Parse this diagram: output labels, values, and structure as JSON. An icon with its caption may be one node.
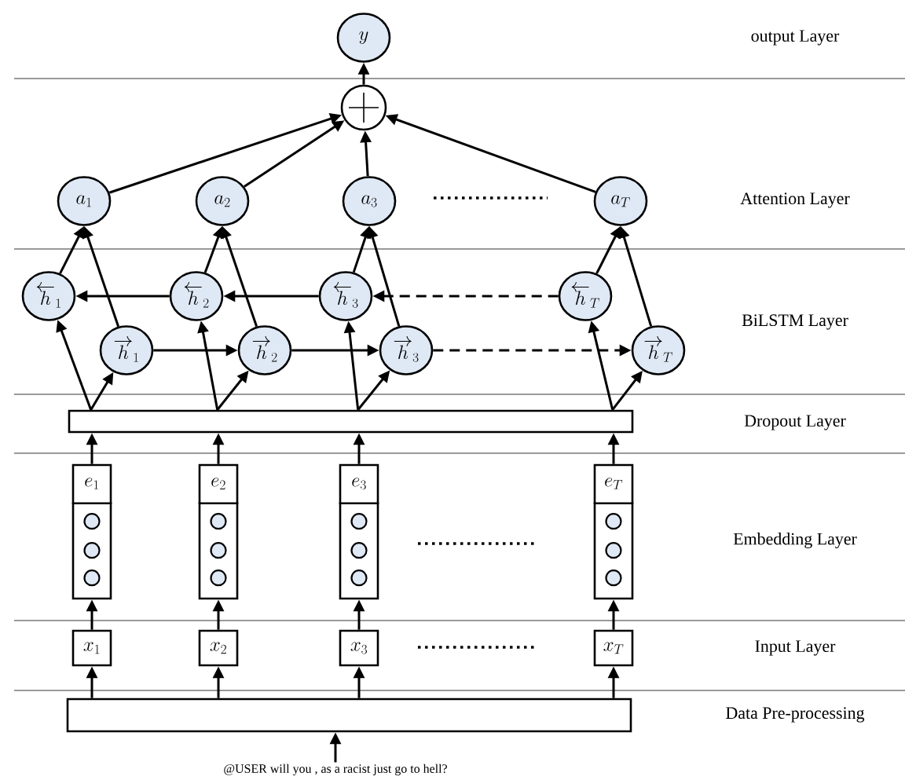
{
  "diagram": {
    "nodes": [
      {
        "text": [
          "y"
        ]
      },
      {
        "text": [],
        "shape": "circle"
      },
      {
        "text": [
          "a_{1}"
        ]
      },
      {
        "text": [
          "a_{2}"
        ]
      },
      {
        "text": [
          "a_{3}"
        ]
      },
      {
        "text": [
          "a_{T}"
        ]
      },
      {
        "text": [
          "\\overleftarrow{h}_{1}"
        ]
      },
      {
        "text": [
          "\\overleftarrow{h}_{2}"
        ]
      },
      {
        "text": [
          "\\overleftarrow{h}_{3}"
        ]
      },
      {
        "text": [
          "\\overleftarrow{h}_{T}"
        ]
      },
      {
        "text": [
          "\\overrightarrow{h}_{1}"
        ]
      },
      {
        "text": [
          "\\overrightarrow{h}_{2}"
        ]
      },
      {
        "text": [
          "\\overrightarrow{h}_{3}"
        ]
      },
      {
        "text": [
          "\\overrightarrow{h}_{T}"
        ]
      },
      {
        "text": [],
        "shape": "bar"
      },
      {
        "text": [
          "e_{1}"
        ]
      },
      {
        "text": [
          "e_{2}"
        ]
      },
      {
        "text": [
          "e_{3}"
        ]
      },
      {
        "text": [
          "e_{T}"
        ]
      },
      {
        "text": [
          "x_{1}"
        ]
      },
      {
        "text": [
          "x_{2}"
        ]
      },
      {
        "text": [
          "x_{3}"
        ]
      },
      {
        "text": [
          "x_{T}"
        ]
      },
      {
        "text": [],
        "shape": "bar"
      },
      {
        "text": [
          "@USER will you , as a racist just go to hell?"
        ]
      }
    ],
    "edges": [
      {
        "from": 1,
        "to": 0,
        "arrow": "to"
      },
      {
        "from": 2,
        "to": 1,
        "arrow": "to"
      },
      {
        "from": 3,
        "to": 1,
        "arrow": "to"
      },
      {
        "from": 4,
        "to": 1,
        "arrow": "to"
      },
      {
        "from": 5,
        "to": 1,
        "arrow": "to"
      },
      {
        "from": 6,
        "to": 2,
        "arrow": "to"
      },
      {
        "from": 10,
        "to": 2,
        "arrow": "to"
      },
      {
        "from": 7,
        "to": 3,
        "arrow": "to"
      },
      {
        "from": 11,
        "to": 3,
        "arrow": "to"
      },
      {
        "from": 8,
        "to": 4,
        "arrow": "to"
      },
      {
        "from": 12,
        "to": 4,
        "arrow": "to"
      },
      {
        "from": 9,
        "to": 5,
        "arrow": "to"
      },
      {
        "from": 13,
        "to": 5,
        "arrow": "to"
      },
      {
        "from": 7,
        "to": 6,
        "arrow": "to"
      },
      {
        "from": 8,
        "to": 7,
        "arrow": "to"
      },
      {
        "from": 9,
        "to": 8,
        "arrow": "to",
        "style": "dashed"
      },
      {
        "from": 10,
        "to": 11,
        "arrow": "to"
      },
      {
        "from": 11,
        "to": 12,
        "arrow": "to"
      },
      {
        "from": 12,
        "to": 13,
        "arrow": "to",
        "style": "dashed"
      },
      {
        "from": 14,
        "to": 6,
        "arrow": "to"
      },
      {
        "from": 14,
        "to": 10,
        "arrow": "to"
      },
      {
        "from": 14,
        "to": 7,
        "arrow": "to"
      },
      {
        "from": 14,
        "to": 11,
        "arrow": "to"
      },
      {
        "from": 14,
        "to": 8,
        "arrow": "to"
      },
      {
        "from": 14,
        "to": 12,
        "arrow": "to"
      },
      {
        "from": 14,
        "to": 9,
        "arrow": "to"
      },
      {
        "from": 14,
        "to": 13,
        "arrow": "to"
      },
      {
        "from": 15,
        "to": 14,
        "arrow": "to"
      },
      {
        "from": 16,
        "to": 14,
        "arrow": "to"
      },
      {
        "from": 17,
        "to": 14,
        "arrow": "to"
      },
      {
        "from": 18,
        "to": 14,
        "arrow": "to"
      },
      {
        "from": 19,
        "to": 15,
        "arrow": "to"
      },
      {
        "from": 20,
        "to": 16,
        "arrow": "to"
      },
      {
        "from": 21,
        "to": 17,
        "arrow": "to"
      },
      {
        "from": 22,
        "to": 18,
        "arrow": "to"
      },
      {
        "from": 23,
        "to": 19,
        "arrow": "to"
      },
      {
        "from": 23,
        "to": 20,
        "arrow": "to"
      },
      {
        "from": 23,
        "to": 21,
        "arrow": "to"
      },
      {
        "from": 23,
        "to": 22,
        "arrow": "to"
      },
      {
        "from": 24,
        "to": 23,
        "arrow": "to"
      }
    ],
    "labels": [
      "output Layer",
      "Attention Layer",
      "BiLSTM Layer",
      "Dropout Layer",
      "Embedding Layer",
      "Input Layer",
      "Data Pre-processing"
    ]
  }
}
